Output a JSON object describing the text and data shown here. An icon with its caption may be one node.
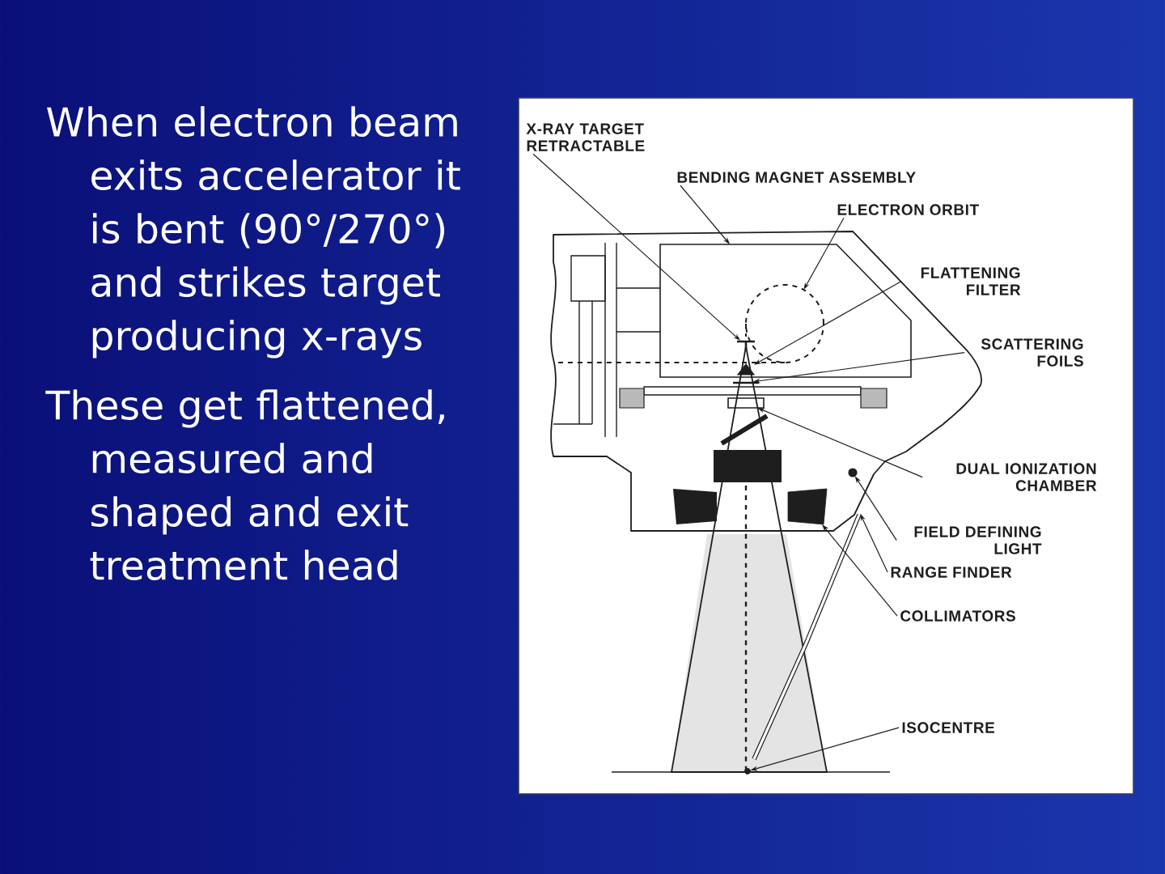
{
  "diagram": {
    "nodes": [
      {
        "text": [
          "X-RAY TARGET RETRACTABLE"
        ]
      },
      {
        "text": [
          "BENDING MAGNET ASSEMBLY"
        ]
      },
      {
        "text": [
          "ELECTRON ORBIT"
        ]
      },
      {
        "text": [
          "FLATTENING FILTER"
        ]
      },
      {
        "text": [
          "SCATTERING FOILS"
        ]
      },
      {
        "text": [
          "DUAL IONIZATION CHAMBER"
        ]
      },
      {
        "text": [
          "FIELD DEFINING LIGHT"
        ]
      },
      {
        "text": [
          "RANGE FINDER"
        ]
      },
      {
        "text": [
          "COLLIMATORS"
        ]
      },
      {
        "text": [
          "ISOCENTRE"
        ]
      },
      {
        "text": [],
        "shape": "box"
      },
      {
        "text": [],
        "shape": "circle"
      },
      {
        "text": [],
        "shape": "bar"
      },
      {
        "text": [],
        "shape": "triangle",
        "in": 10
      },
      {
        "text": [],
        "shape": "bar"
      },
      {
        "text": [],
        "shape": "box"
      },
      {
        "text": [],
        "shape": "circle"
      },
      {
        "text": [],
        "shape": "box"
      },
      {
        "text": [],
        "shape": "bar"
      },
      {
        "text": [],
        "shape": "circle"
      }
    ],
    "edges": [
      {
        "from": 0,
        "to": 12,
        "arrow": "to"
      },
      {
        "from": 1,
        "to": 10,
        "arrow": "to"
      },
      {
        "from": 2,
        "to": 11,
        "arrow": "to"
      },
      {
        "from": 3,
        "to": 13,
        "arrow": "to"
      },
      {
        "from": 4,
        "to": 14,
        "arrow": "to"
      },
      {
        "from": 5,
        "to": 15,
        "arrow": "to"
      },
      {
        "from": 6,
        "to": 16,
        "arrow": "to"
      },
      {
        "from": 7,
        "to": 18,
        "arrow": "to"
      },
      {
        "from": 8,
        "to": 17,
        "arrow": "to"
      },
      {
        "from": 9,
        "to": 19,
        "arrow": "to"
      }
    ],
    "labels": [
      "When electron beam exits accelerator it is bent (90°/270°) and strikes target producing x-rays",
      "These get flattened, measured and shaped and exit treatment head"
    ]
  }
}
